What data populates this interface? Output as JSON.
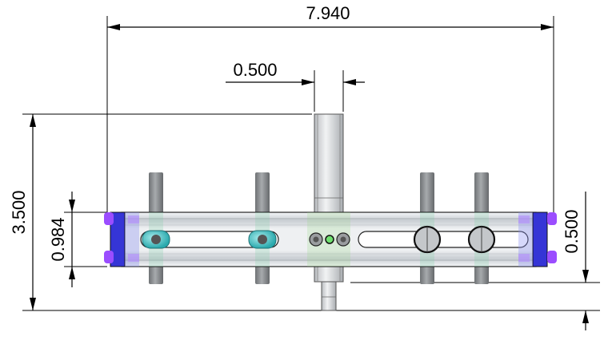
{
  "dimensions": {
    "overall_width": "7.940",
    "post_diameter": "0.500",
    "overall_height": "3.500",
    "rail_height": "0.984",
    "post_offset": "0.500"
  },
  "colors": {
    "end_cap": "#2f2fd0",
    "end_cap_pin": "#9b4dff",
    "clamp": "#2bb6b6",
    "rail": "#d8dce0",
    "post": "#8a8a8a",
    "slot": "#ffffff",
    "outline": "#000000"
  }
}
